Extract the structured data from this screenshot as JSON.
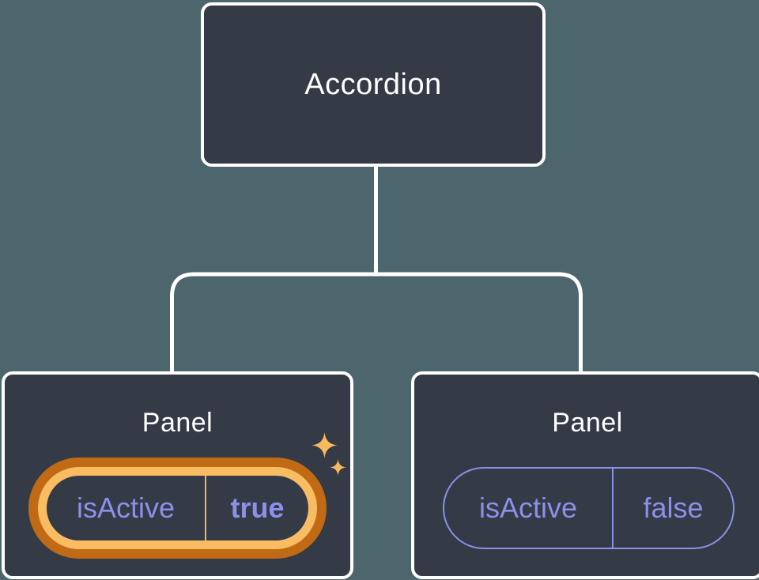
{
  "diagram": {
    "root": {
      "label": "Accordion"
    },
    "panels": [
      {
        "title": "Panel",
        "prop_name": "isActive",
        "prop_value": "true",
        "highlighted": true
      },
      {
        "title": "Panel",
        "prop_name": "isActive",
        "prop_value": "false",
        "highlighted": false
      }
    ]
  },
  "icons": {
    "sparkle": "four-point-star"
  },
  "colors": {
    "bg": "#4D666D",
    "node": "#343A46",
    "line": "#FFFFFF",
    "purple": "#8A91E8",
    "ringOuter": "#C16A15",
    "ringInner": "#FABC63",
    "dividerOrange": "#F2B45C",
    "sparkle": "#F7B95E",
    "title": "#FFFFFF"
  }
}
